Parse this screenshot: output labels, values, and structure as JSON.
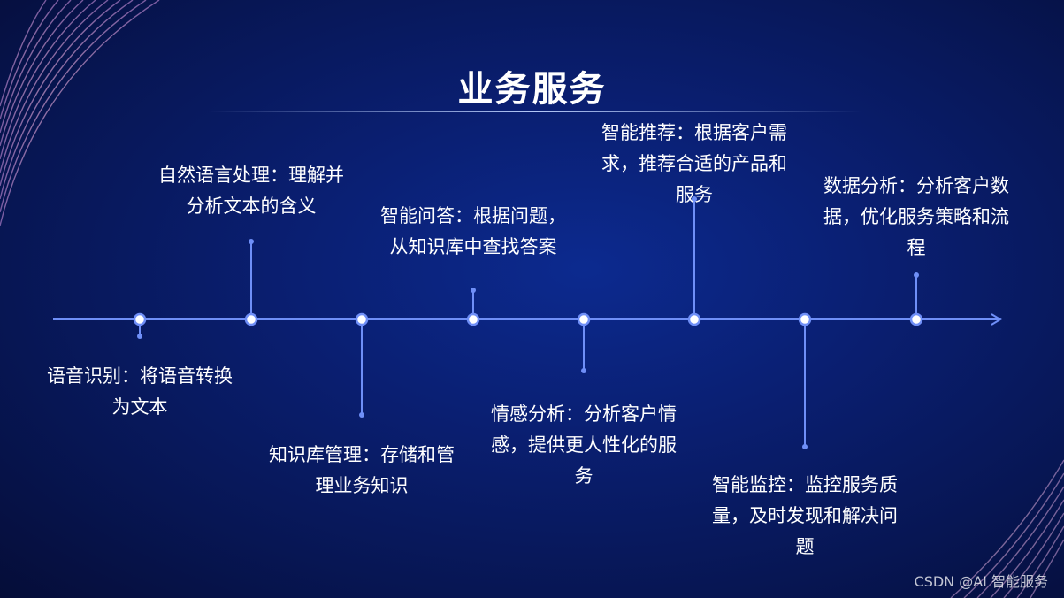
{
  "title": "业务服务",
  "colors": {
    "line": "#6f8ff7",
    "dot_fill": "#ffffff",
    "background": "#0a1f72"
  },
  "timeline": {
    "items": [
      {
        "text": "语音识别：将语音转换为文本",
        "position": "below"
      },
      {
        "text": "自然语言处理：理解并分析文本的含义",
        "position": "above"
      },
      {
        "text": "知识库管理：存储和管理业务知识",
        "position": "below"
      },
      {
        "text": "智能问答：根据问题，从知识库中查找答案",
        "position": "above"
      },
      {
        "text": "情感分析：分析客户情感，提供更人性化的服务",
        "position": "below"
      },
      {
        "text": "智能推荐：根据客户需求，推荐合适的产品和服务",
        "position": "above"
      },
      {
        "text": "智能监控：监控服务质量，及时发现和解决问题",
        "position": "below"
      },
      {
        "text": "数据分析：分析客户数据，优化服务策略和流程",
        "position": "above"
      }
    ]
  },
  "watermark": "CSDN @AI 智能服务"
}
